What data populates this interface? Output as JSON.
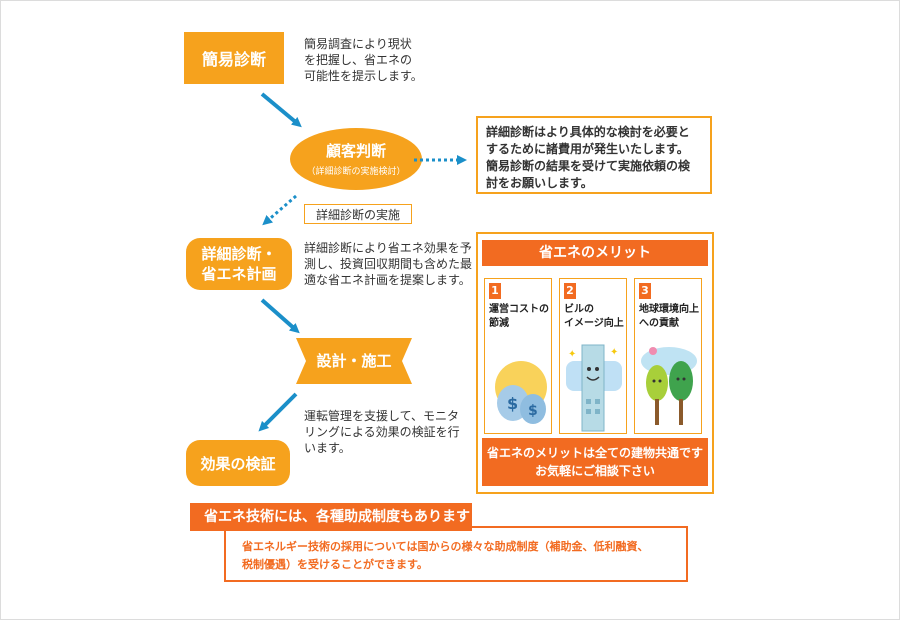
{
  "colors": {
    "orange": "#f6a21d",
    "dark_orange": "#f26b21",
    "arrow_blue": "#1b8fc9"
  },
  "steps": {
    "s1": {
      "label": "簡易診断",
      "desc": [
        "簡易調査により現状",
        "を把握し、省エネの",
        "可能性を提示します。"
      ]
    },
    "s2": {
      "label": "顧客判断",
      "sub": "（詳細診断の実施検討）"
    },
    "callout": [
      "詳細診断はより具体的な検討を必要と",
      "するために諸費用が発生いたします。",
      "簡易診断の結果を受けて実施依頼の検",
      "討をお願いします。"
    ],
    "impl_label": "詳細診断の実施",
    "s3": {
      "label_l1": "詳細診断・",
      "label_l2": "省エネ計画",
      "desc": [
        "詳細診断により省エネ効果を予",
        "測し、投資回収期間も含めた最",
        "適な省エネ計画を提案します。"
      ]
    },
    "s4": {
      "label": "設計・施工"
    },
    "s5": {
      "label": "効果の検証",
      "desc": [
        "運転管理を支援して、モニタ",
        "リングによる効果の検証を行",
        "います。"
      ]
    }
  },
  "merit": {
    "title": "省エネのメリット",
    "items": [
      {
        "num": "1",
        "l1": "運営コストの",
        "l2": "節減"
      },
      {
        "num": "2",
        "l1": "ビルの",
        "l2": "イメージ向上"
      },
      {
        "num": "3",
        "l1": "地球環境向上",
        "l2": "への貢献"
      }
    ],
    "footer": [
      "省エネのメリットは全ての建物共通です",
      "お気軽にご相談下さい"
    ]
  },
  "subsidy": {
    "title": "省エネ技術には、各種助成制度もあります",
    "text": [
      "省エネルギー技術の採用については国からの様々な助成制度（補助金、低利融資、",
      "税制優遇）を受けることができます。"
    ]
  }
}
